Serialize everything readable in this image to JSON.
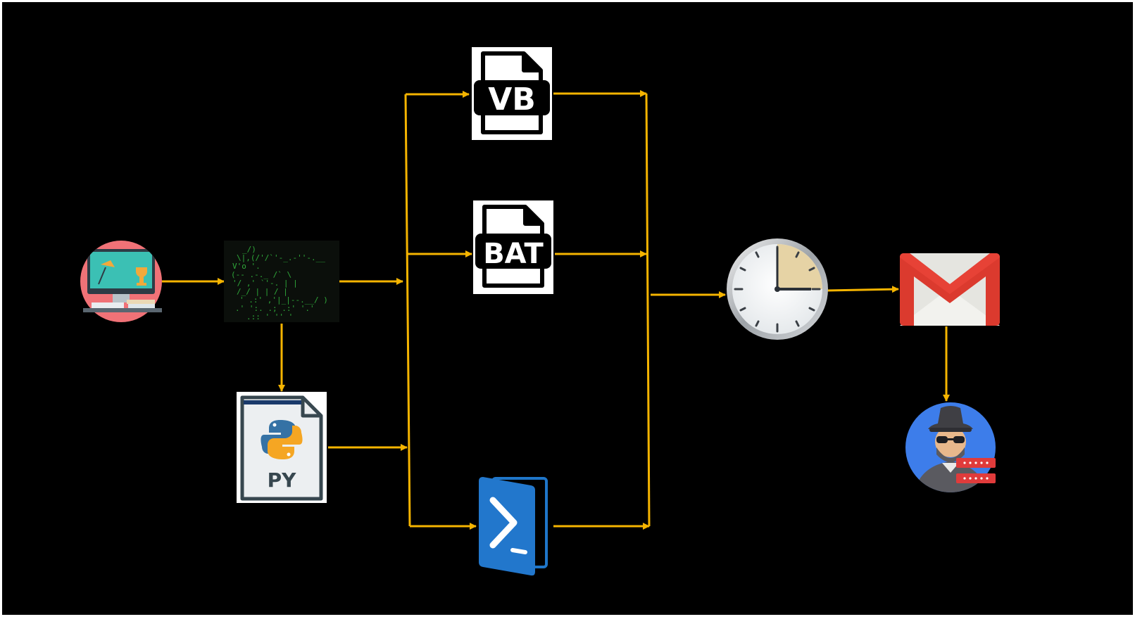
{
  "diagram": {
    "background": "#000000",
    "arrow_color": "#F5B400",
    "nodes": [
      {
        "id": "victim-desktop",
        "icon": "desktop-workstation-icon"
      },
      {
        "id": "payload-terminal",
        "icon": "ascii-art-terminal-icon"
      },
      {
        "id": "python-script",
        "icon": "python-file-icon",
        "label": "PY"
      },
      {
        "id": "vbscript",
        "icon": "vb-file-icon",
        "label": "VB"
      },
      {
        "id": "batch-script",
        "icon": "bat-file-icon",
        "label": "BAT"
      },
      {
        "id": "powershell",
        "icon": "powershell-icon"
      },
      {
        "id": "scheduler",
        "icon": "clock-icon"
      },
      {
        "id": "email",
        "icon": "gmail-icon"
      },
      {
        "id": "attacker",
        "icon": "spy-hacker-icon"
      }
    ],
    "edges": [
      [
        "victim-desktop",
        "payload-terminal"
      ],
      [
        "payload-terminal",
        "python-script"
      ],
      [
        "payload-terminal",
        "vbscript"
      ],
      [
        "payload-terminal",
        "batch-script"
      ],
      [
        "payload-terminal",
        "powershell"
      ],
      [
        "python-script",
        "vbscript"
      ],
      [
        "python-script",
        "batch-script"
      ],
      [
        "python-script",
        "powershell"
      ],
      [
        "vbscript",
        "scheduler"
      ],
      [
        "batch-script",
        "scheduler"
      ],
      [
        "powershell",
        "scheduler"
      ],
      [
        "scheduler",
        "email"
      ],
      [
        "email",
        "attacker"
      ]
    ]
  }
}
